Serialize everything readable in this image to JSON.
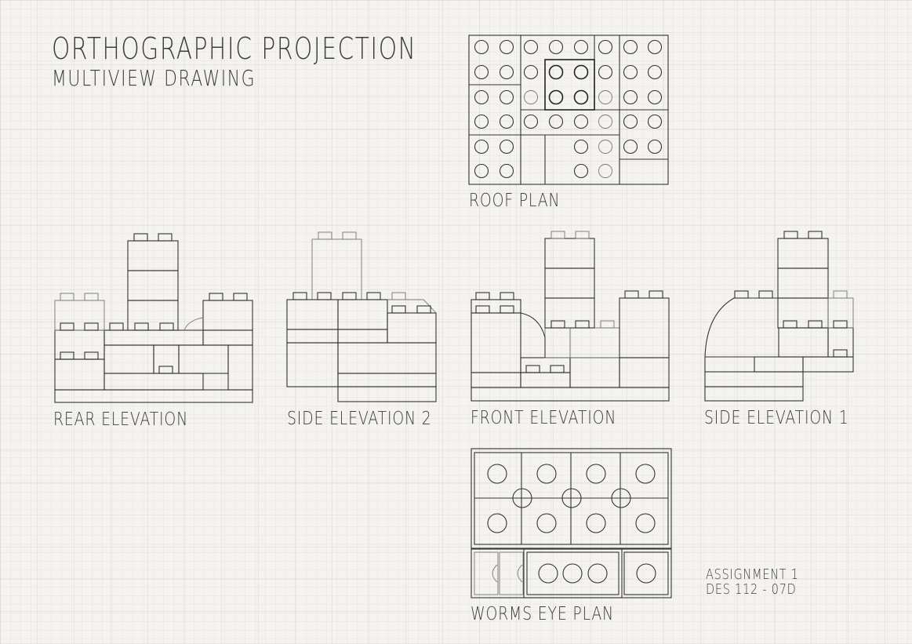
{
  "header": {
    "title": "ORTHOGRAPHIC PROJECTION",
    "subtitle": "MULTIVIEW DRAWING"
  },
  "views": {
    "roof_plan": "ROOF PLAN",
    "rear_elevation": "REAR ELEVATION",
    "side_elevation_2": "SIDE ELEVATION 2",
    "front_elevation": "FRONT ELEVATION",
    "side_elevation_1": "SIDE ELEVATION 1",
    "worms_eye_plan": "WORMS EYE PLAN"
  },
  "assignment": {
    "line1": "ASSIGNMENT 1",
    "line2": "DES 112 - 07D"
  },
  "colors": {
    "paper": "#f4f3f0",
    "ink": "#333333"
  }
}
